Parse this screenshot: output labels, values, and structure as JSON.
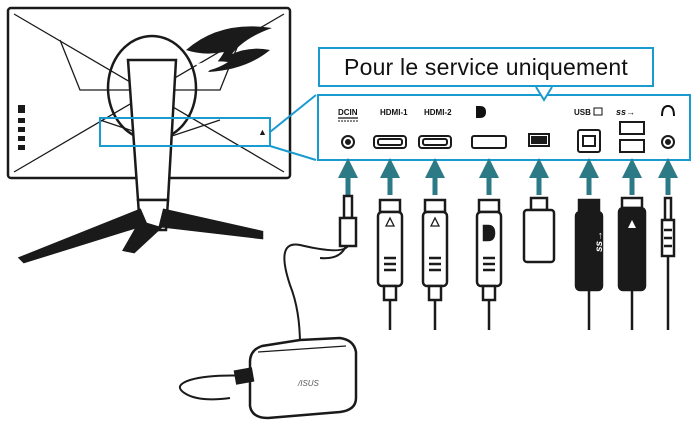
{
  "callout": {
    "text": "Pour le service uniquement"
  },
  "ports": [
    {
      "id": "dc-in",
      "label": "DCIN"
    },
    {
      "id": "hdmi1",
      "label": "HDMI-1"
    },
    {
      "id": "hdmi2",
      "label": "HDMI-2"
    },
    {
      "id": "displayport",
      "label": ""
    },
    {
      "id": "service",
      "label": ""
    },
    {
      "id": "usb-upstream",
      "label": "USB"
    },
    {
      "id": "usb-downstream",
      "label": ""
    },
    {
      "id": "headphone",
      "label": ""
    }
  ],
  "adapter": {
    "brand": "/ISUS"
  },
  "colors": {
    "accent": "#1a9bd0",
    "line": "#1a1a1a",
    "arrow": "#2c7a86"
  }
}
